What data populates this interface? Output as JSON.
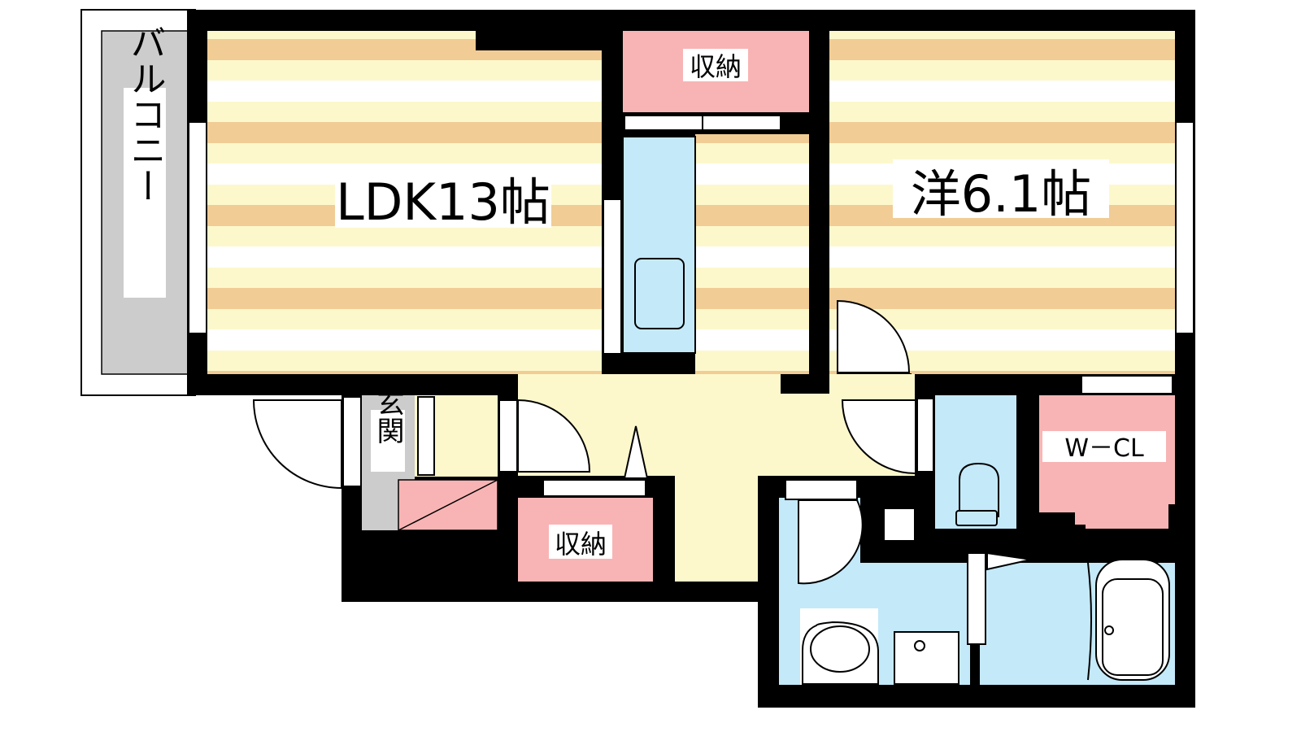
{
  "floorplan": {
    "balcony_label": "バルコニー",
    "ldk_label": "LDK13帖",
    "western_room_label": "洋6.1帖",
    "storage_upper_label": "収納",
    "storage_lower_label": "収納",
    "entrance_label": "玄関",
    "wcl_label": "W－CL"
  },
  "colors": {
    "floor_stripe": "#f1cc95",
    "floor_cream": "#fdf8cc",
    "wet_area": "#c4e9f9",
    "storage": "#f8b4b4",
    "balcony": "#cccccc",
    "wall": "#000000"
  }
}
